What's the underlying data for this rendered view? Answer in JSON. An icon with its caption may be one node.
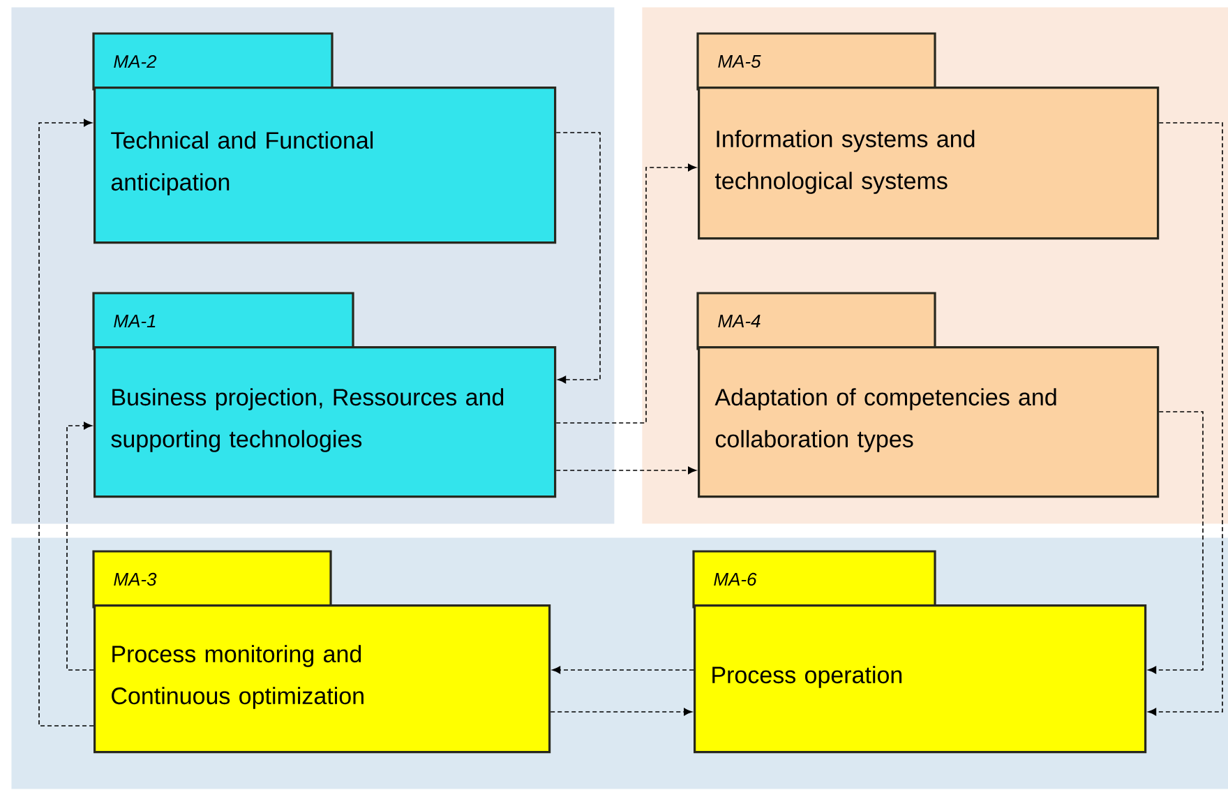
{
  "diagram": {
    "nodes": [
      {
        "text": [],
        "shape": "box"
      },
      {
        "text": [
          "MA-2",
          "Technical and Functional anticipation"
        ],
        "in": 0
      },
      {
        "text": [
          "MA-1",
          "Business projection, Ressources and supporting technologies"
        ],
        "in": 0
      },
      {
        "text": [],
        "shape": "box"
      },
      {
        "text": [
          "MA-5",
          "Information systems and technological systems"
        ],
        "in": 3
      },
      {
        "text": [
          "MA-4",
          "Adaptation of competencies and collaboration types"
        ],
        "in": 3
      },
      {
        "text": [],
        "shape": "box"
      },
      {
        "text": [
          "MA-3",
          "Process monitoring and Continuous optimization"
        ],
        "in": 6
      },
      {
        "text": [
          "MA-6",
          "Process operation"
        ],
        "in": 6
      }
    ],
    "edges": [
      {
        "from": 1,
        "to": 2,
        "arrow": "to"
      },
      {
        "from": 2,
        "to": 4,
        "arrow": "to"
      },
      {
        "from": 2,
        "to": 5,
        "arrow": "to"
      },
      {
        "from": 4,
        "to": 8,
        "arrow": "to"
      },
      {
        "from": 5,
        "to": 8,
        "arrow": "to"
      },
      {
        "from": 8,
        "to": 7,
        "arrow": "to"
      },
      {
        "from": 7,
        "to": 8,
        "arrow": "to"
      },
      {
        "from": 7,
        "to": 2,
        "arrow": "to"
      },
      {
        "from": 7,
        "to": 1,
        "arrow": "to"
      }
    ]
  }
}
